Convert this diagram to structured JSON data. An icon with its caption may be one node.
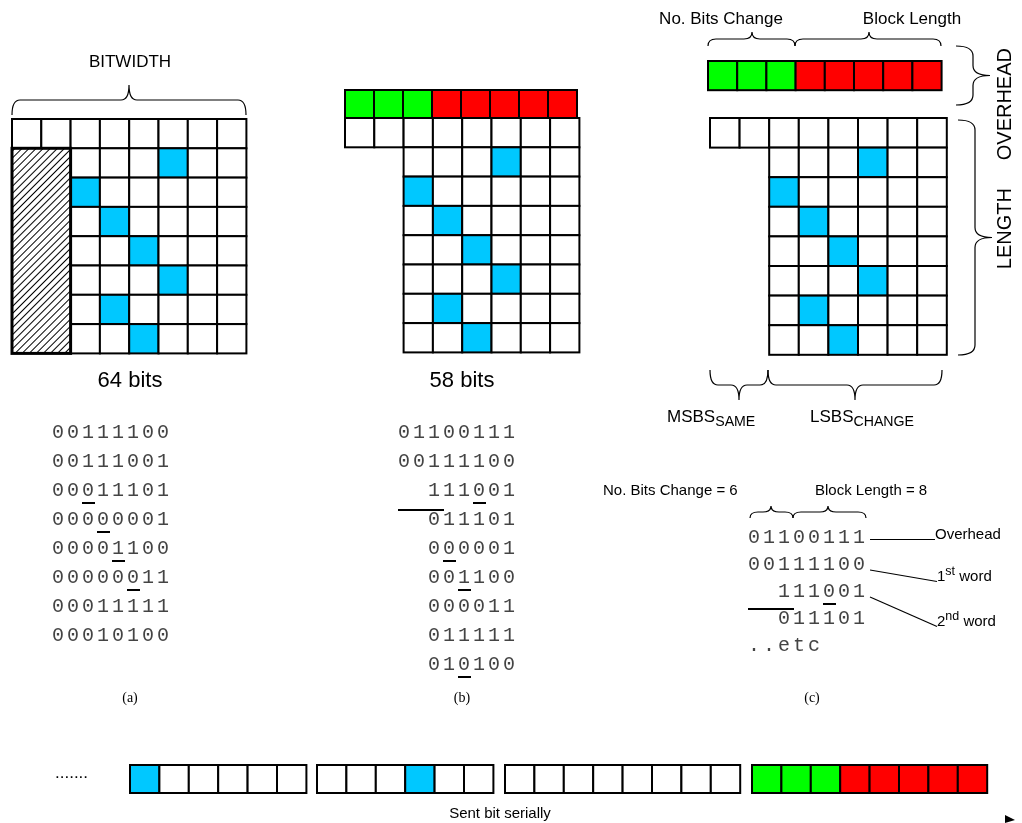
{
  "diagram": {
    "nodes": [
      {
        "text": [
          "01100111"
        ]
      },
      {
        "text": [
          "00111100"
        ]
      },
      {
        "text": [
          "111001"
        ]
      },
      {
        "text": [
          "Overhead"
        ]
      },
      {
        "text": [
          "1$^{st}$ word"
        ]
      },
      {
        "text": [
          "2$^{nd}$ word"
        ]
      }
    ],
    "edges": [
      {
        "from": 3,
        "to": 0,
        "arrow": "none"
      },
      {
        "from": 4,
        "to": 1,
        "arrow": "none"
      },
      {
        "from": 5,
        "to": 2,
        "arrow": "none"
      }
    ],
    "labels": [
      "BITWIDTH",
      "No. Bits Change",
      "Block Length",
      "OVERHEAD",
      "LENGTH",
      "64 bits",
      "58 bits",
      "MSBS$_{SAME}$",
      "LSBS$_{CHANGE}$",
      "00111100",
      "00111001",
      "00011101",
      "00000001",
      "00001100",
      "00000011",
      "00011111",
      "00010100",
      "01100111",
      "00111100",
      "111001",
      "011101",
      "000001",
      "001100",
      "000011",
      "011111",
      "010100",
      "No. Bits Change = 6",
      "Block Length = 8",
      "011101",
      "..etc",
      "(a)",
      "(b)",
      "(c)",
      ".......",
      "Sent bit serially"
    ]
  }
}
